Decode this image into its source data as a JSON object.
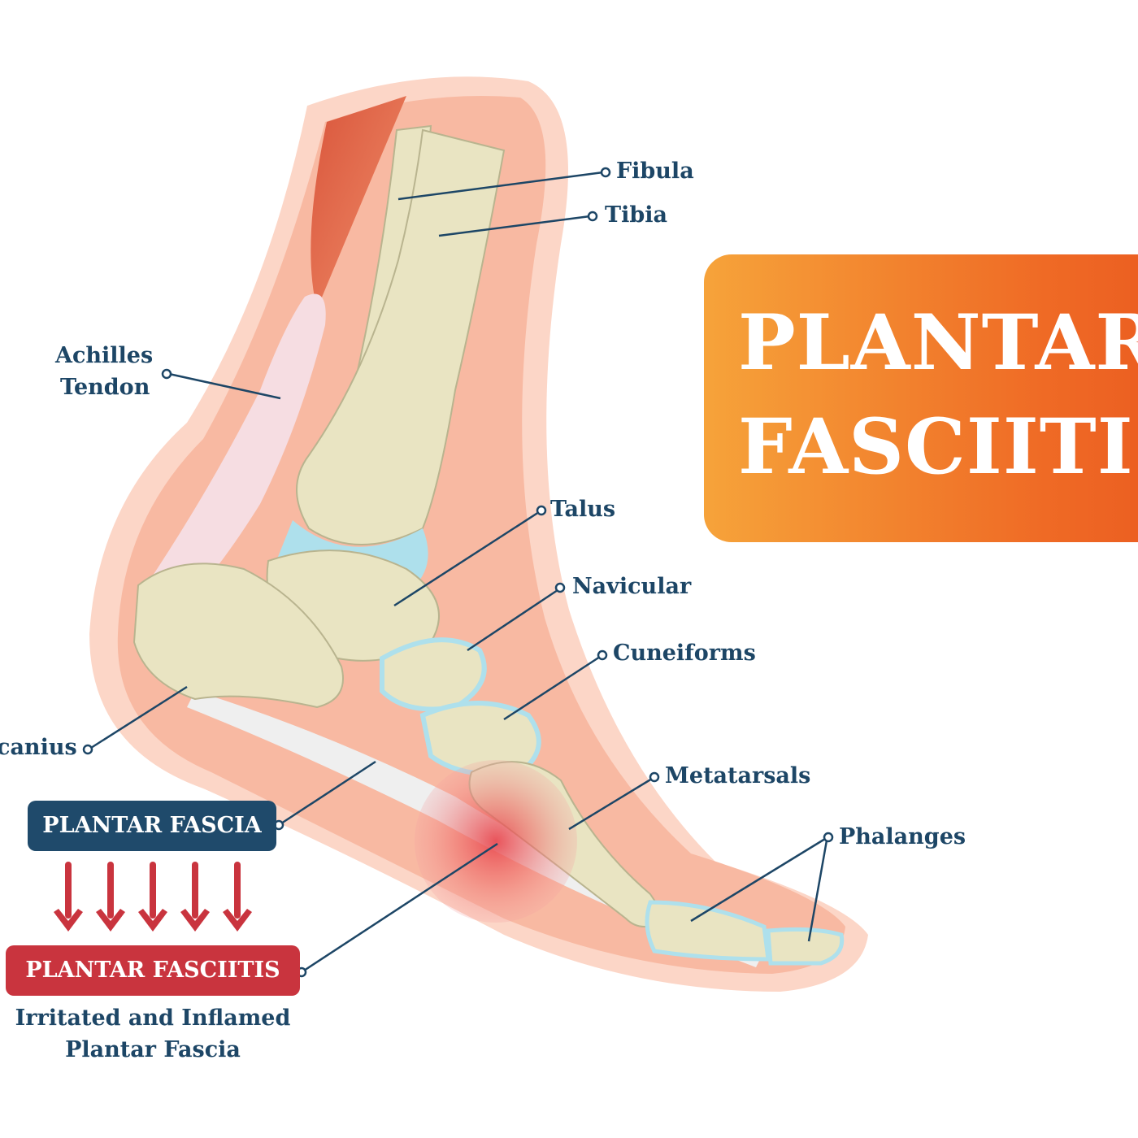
{
  "title": {
    "line1": "PLANTAR",
    "line2": "FASCIITIS"
  },
  "labels": {
    "fibula": "Fibula",
    "tibia": "Tibia",
    "achilles_line1": "Achilles",
    "achilles_line2": "Tendon",
    "talus": "Talus",
    "navicular": "Navicular",
    "cuneiforms": "Cuneiforms",
    "calcaneus": "canius",
    "metatarsals": "Metatarsals",
    "phalanges": "Phalanges"
  },
  "legend": {
    "fascia_box": "PLANTAR FASCIA",
    "fasciitis_box": "PLANTAR FASCIITIS",
    "caption_line1": "Irritated and Inflamed",
    "caption_line2": "Plantar Fascia",
    "arrow_count": 5
  },
  "colors": {
    "label_text": "#1d4666",
    "fascia_box": "#1f4a6b",
    "fasciitis_box": "#c9343e",
    "arrows": "#c9343e",
    "skin": "#f8b9a2",
    "bone": "#e9e4c2",
    "cartilage": "#aee0ec",
    "inflammation": "#e8424a",
    "title_gradient_start": "#f6a33a",
    "title_gradient_end": "#ea5a20"
  }
}
